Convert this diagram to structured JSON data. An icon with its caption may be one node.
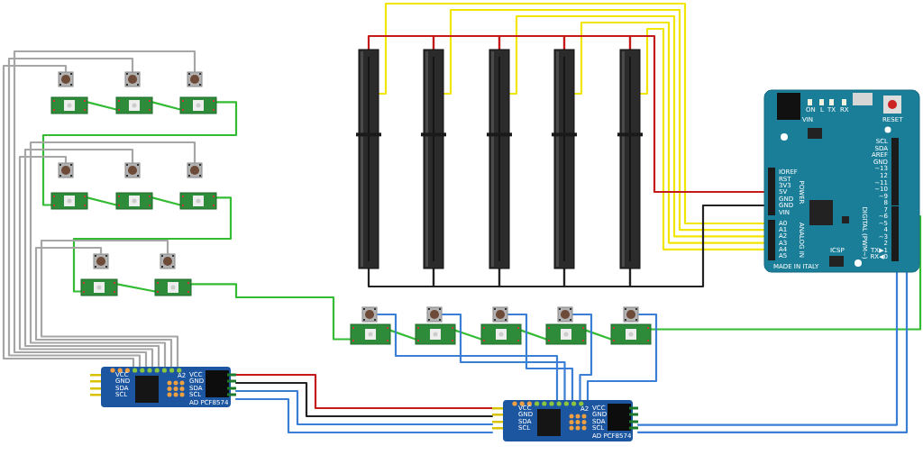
{
  "diagram": {
    "nodes": [
      {
        "text": [],
        "shape": "button"
      },
      {
        "text": [],
        "shape": "button"
      },
      {
        "text": [],
        "shape": "button"
      },
      {
        "text": [],
        "shape": "box"
      },
      {
        "text": [],
        "shape": "box"
      },
      {
        "text": [],
        "shape": "box"
      },
      {
        "text": [],
        "shape": "button"
      },
      {
        "text": [],
        "shape": "button"
      },
      {
        "text": [],
        "shape": "button"
      },
      {
        "text": [],
        "shape": "box"
      },
      {
        "text": [],
        "shape": "box"
      },
      {
        "text": [],
        "shape": "box"
      },
      {
        "text": [],
        "shape": "button"
      },
      {
        "text": [],
        "shape": "button"
      },
      {
        "text": [],
        "shape": "box"
      },
      {
        "text": [],
        "shape": "box"
      },
      {
        "text": [],
        "shape": "bar"
      },
      {
        "text": [],
        "shape": "bar"
      },
      {
        "text": [],
        "shape": "bar"
      },
      {
        "text": [],
        "shape": "bar"
      },
      {
        "text": [],
        "shape": "bar"
      },
      {
        "text": [
          "VIN",
          "ON",
          "L",
          "TX",
          "RX",
          "RESET",
          "SCL",
          "SDA",
          "AREF",
          "GND",
          "~13",
          "12",
          "~11",
          "~10",
          "~9",
          "8",
          "IOREF",
          "RST",
          "3V3",
          "5V",
          "GND",
          "GND",
          "VIN",
          "POWER",
          "7",
          "~6",
          "~5",
          "4",
          "~3",
          "2",
          "TX▶1",
          "RX◀0",
          "DIGITAL (PWM~)",
          "A0",
          "A1",
          "A2",
          "A3",
          "A4",
          "A5",
          "ANALOG IN",
          "ICSP",
          "MADE IN ITALY"
        ]
      },
      {
        "text": [],
        "shape": "button"
      },
      {
        "text": [],
        "shape": "button"
      },
      {
        "text": [],
        "shape": "button"
      },
      {
        "text": [],
        "shape": "button"
      },
      {
        "text": [],
        "shape": "button"
      },
      {
        "text": [],
        "shape": "box"
      },
      {
        "text": [],
        "shape": "box"
      },
      {
        "text": [],
        "shape": "box"
      },
      {
        "text": [],
        "shape": "box"
      },
      {
        "text": [],
        "shape": "box"
      },
      {
        "text": [
          "VCC",
          "GND",
          "SDA",
          "SCL",
          "A2",
          "VCC",
          "GND",
          "SDA",
          "SCL",
          "AD PCF8574"
        ]
      },
      {
        "text": [
          "VCC",
          "GND",
          "SDA",
          "SCL",
          "A2",
          "VCC",
          "GND",
          "SDA",
          "SCL",
          "AD PCF8574"
        ]
      }
    ],
    "edges": [
      {
        "from": 3,
        "to": 4,
        "arrow": "none"
      },
      {
        "from": 4,
        "to": 5,
        "arrow": "none"
      },
      {
        "from": 5,
        "to": 9,
        "arrow": "none"
      },
      {
        "from": 9,
        "to": 10,
        "arrow": "none"
      },
      {
        "from": 10,
        "to": 11,
        "arrow": "none"
      },
      {
        "from": 11,
        "to": 14,
        "arrow": "none"
      },
      {
        "from": 14,
        "to": 15,
        "arrow": "none"
      },
      {
        "from": 15,
        "to": 27,
        "arrow": "none"
      },
      {
        "from": 27,
        "to": 28,
        "arrow": "none"
      },
      {
        "from": 28,
        "to": 29,
        "arrow": "none"
      },
      {
        "from": 29,
        "to": 30,
        "arrow": "none"
      },
      {
        "from": 30,
        "to": 31,
        "arrow": "none"
      },
      {
        "from": 31,
        "to": 21,
        "arrow": "none"
      },
      {
        "from": 0,
        "to": 32,
        "arrow": "none",
        "color": "#a6a6a6"
      },
      {
        "from": 1,
        "to": 32,
        "arrow": "none",
        "color": "#a6a6a6"
      },
      {
        "from": 2,
        "to": 32,
        "arrow": "none",
        "color": "#a6a6a6"
      },
      {
        "from": 6,
        "to": 32,
        "arrow": "none",
        "color": "#a6a6a6"
      },
      {
        "from": 7,
        "to": 32,
        "arrow": "none",
        "color": "#a6a6a6"
      },
      {
        "from": 8,
        "to": 32,
        "arrow": "none",
        "color": "#a6a6a6"
      },
      {
        "from": 12,
        "to": 32,
        "arrow": "none",
        "color": "#a6a6a6"
      },
      {
        "from": 13,
        "to": 32,
        "arrow": "none",
        "color": "#a6a6a6"
      },
      {
        "from": 22,
        "to": 33,
        "arrow": "none",
        "color": "#3a7fd5"
      },
      {
        "from": 23,
        "to": 33,
        "arrow": "none",
        "color": "#3a7fd5"
      },
      {
        "from": 24,
        "to": 33,
        "arrow": "none",
        "color": "#3a7fd5"
      },
      {
        "from": 25,
        "to": 33,
        "arrow": "none",
        "color": "#3a7fd5"
      },
      {
        "from": 26,
        "to": 33,
        "arrow": "none",
        "color": "#3a7fd5"
      },
      {
        "from": 32,
        "to": 33,
        "arrow": "none",
        "color": "#c41a1a"
      },
      {
        "from": 32,
        "to": 33,
        "arrow": "none",
        "color": "#222222"
      },
      {
        "from": 32,
        "to": 33,
        "arrow": "none",
        "color": "#3a7fd5"
      },
      {
        "from": 32,
        "to": 33,
        "arrow": "none",
        "color": "#3a7fd5"
      },
      {
        "from": 33,
        "to": 21,
        "arrow": "none",
        "color": "#3a7fd5"
      },
      {
        "from": 33,
        "to": 21,
        "arrow": "none",
        "color": "#3a7fd5"
      },
      {
        "from": 16,
        "to": 21,
        "arrow": "none",
        "color": "#f2e600"
      },
      {
        "from": 17,
        "to": 21,
        "arrow": "none",
        "color": "#f2e600"
      },
      {
        "from": 18,
        "to": 21,
        "arrow": "none",
        "color": "#f2e600"
      },
      {
        "from": 19,
        "to": 21,
        "arrow": "none",
        "color": "#f2e600"
      },
      {
        "from": 20,
        "to": 21,
        "arrow": "none",
        "color": "#f2e600"
      },
      {
        "from": 21,
        "to": 20,
        "arrow": "none",
        "color": "#c41a1a"
      },
      {
        "from": 16,
        "to": 17,
        "arrow": "none",
        "color": "#c41a1a"
      },
      {
        "from": 17,
        "to": 18,
        "arrow": "none",
        "color": "#c41a1a"
      },
      {
        "from": 18,
        "to": 19,
        "arrow": "none",
        "color": "#c41a1a"
      },
      {
        "from": 19,
        "to": 20,
        "arrow": "none",
        "color": "#c41a1a"
      },
      {
        "from": 21,
        "to": 20,
        "arrow": "none",
        "color": "#222222"
      },
      {
        "from": 16,
        "to": 17,
        "arrow": "none",
        "color": "#222222"
      },
      {
        "from": 17,
        "to": 18,
        "arrow": "none",
        "color": "#222222"
      },
      {
        "from": 18,
        "to": 19,
        "arrow": "none",
        "color": "#222222"
      },
      {
        "from": 19,
        "to": 20,
        "arrow": "none",
        "color": "#222222"
      }
    ]
  }
}
